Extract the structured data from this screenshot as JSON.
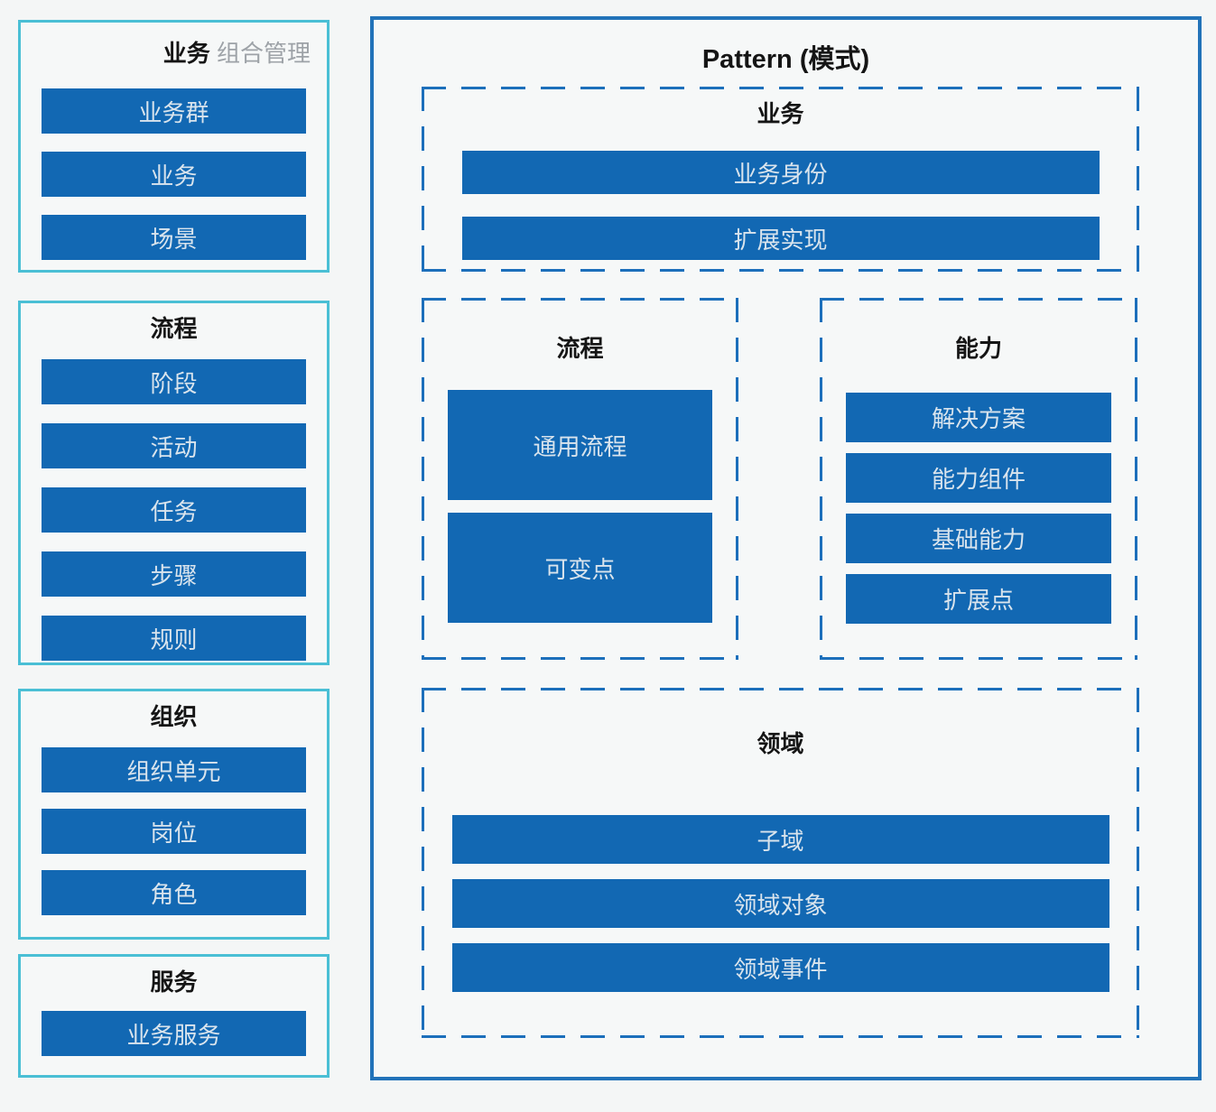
{
  "colors": {
    "background": "#f4f6f6",
    "bar_fill": "#1268b3",
    "bar_text": "#d9e4ed",
    "teal_border": "#4abfd5",
    "pattern_border": "#2273b9",
    "dashed_border": "#1c6fbb",
    "heading_text": "#151515",
    "subtitle_text": "#9da2a7"
  },
  "left_panels": [
    {
      "title": "业务",
      "subtitle": "组合管理",
      "items": [
        "业务群",
        "业务",
        "场景"
      ]
    },
    {
      "title": "流程",
      "items": [
        "阶段",
        "活动",
        "任务",
        "步骤",
        "规则"
      ]
    },
    {
      "title": "组织",
      "items": [
        "组织单元",
        "岗位",
        "角色"
      ]
    },
    {
      "title": "服务",
      "items": [
        "业务服务"
      ]
    }
  ],
  "pattern": {
    "title": "Pattern (模式)",
    "sections": [
      {
        "title": "业务",
        "items": [
          "业务身份",
          "扩展实现"
        ]
      },
      {
        "title": "流程",
        "items": [
          "通用流程",
          "可变点"
        ]
      },
      {
        "title": "能力",
        "items": [
          "解决方案",
          "能力组件",
          "基础能力",
          "扩展点"
        ]
      },
      {
        "title": "领域",
        "items": [
          "子域",
          "领域对象",
          "领域事件"
        ]
      }
    ]
  }
}
